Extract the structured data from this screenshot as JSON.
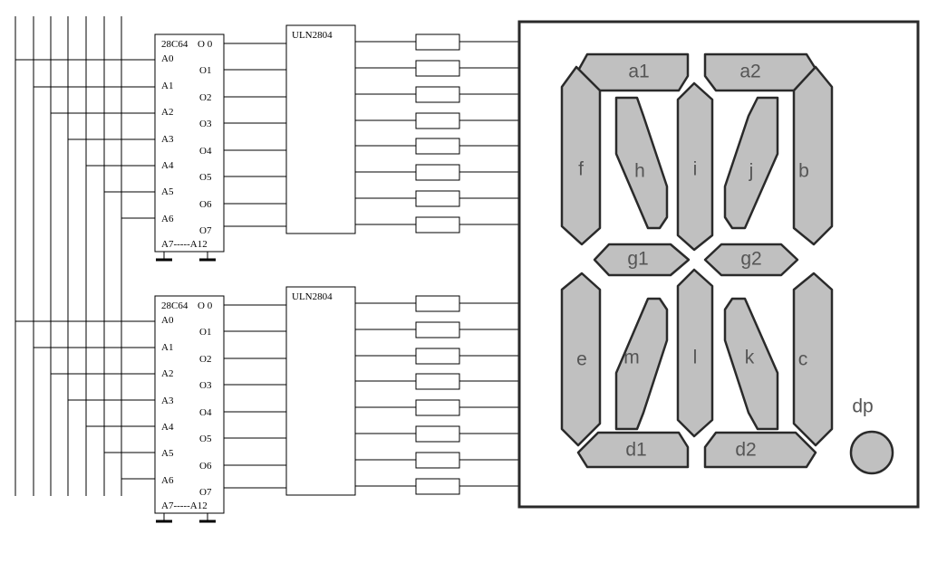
{
  "eeprom": {
    "part": "28C64",
    "high_addr": "A7-----A12",
    "addr_pins": [
      "A0",
      "A1",
      "A2",
      "A3",
      "A4",
      "A5",
      "A6"
    ],
    "out_pins": [
      "O 0",
      "O1",
      "O2",
      "O3",
      "O4",
      "O5",
      "O6",
      "O7"
    ]
  },
  "driver": {
    "part": "ULN2804"
  },
  "display": {
    "segments": [
      "a1",
      "a2",
      "f",
      "h",
      "i",
      "j",
      "b",
      "g1",
      "g2",
      "e",
      "m",
      "l",
      "k",
      "c",
      "d1",
      "d2",
      "dp"
    ]
  },
  "colors": {
    "segment_fill": "#c0c0c0",
    "segment_border": "#2a2a2a",
    "wire": "#000000"
  }
}
